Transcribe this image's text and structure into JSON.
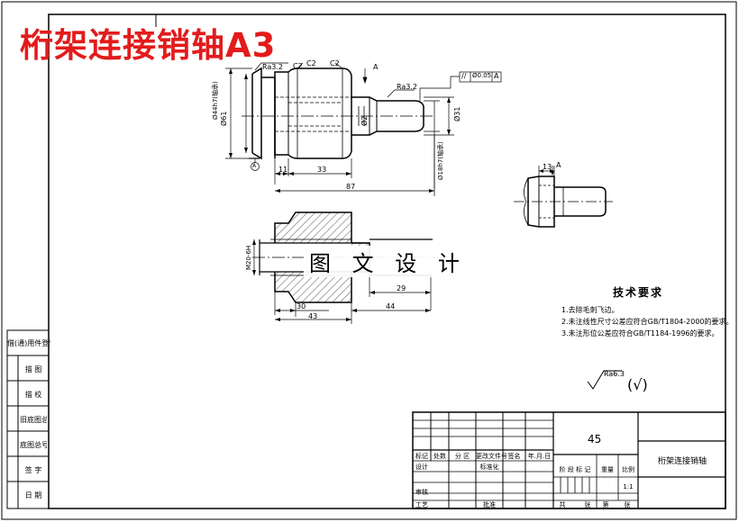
{
  "overlay_title": "桁架连接销轴A3",
  "watermark": "图 文 设 计",
  "dims": {
    "ra32": "Ra3.2",
    "c2a": "C2",
    "c2b": "C2",
    "c2c": "C2",
    "datum_a": "A",
    "gdt_sym": "//",
    "gdt_tol": "Ø0.05",
    "gdt_ref": "A",
    "ra32_right": "Ra3.2",
    "d44": "Ø44h7(轴承)",
    "d61": "Ø61",
    "d2": "Ø2",
    "d31": "Ø31",
    "d18": "Ø18h7(轴承)",
    "l11": "11",
    "l33": "33",
    "l87": "87",
    "d13": "13",
    "a2": "A",
    "m20": "M20-6H",
    "l29": "29",
    "l30": "30",
    "l44": "44",
    "l43": "43",
    "detail_a": "A"
  },
  "tech": {
    "title": "技术要求",
    "notes": [
      "1.去除毛刺飞边。",
      "2.未注线性尺寸公差应符合GB/T1804-2000的要求。",
      "3.未注形位公差应符合GB/T1184-1996的要求。"
    ],
    "rough_other": "Ra6.3",
    "rough_paren": "(√)"
  },
  "side_labels": [
    "借(通)用件登记",
    "描 图",
    "描 校",
    "旧底图总号",
    "底图总号",
    "签 字",
    "日 期"
  ],
  "title_block": {
    "material": "45",
    "part_name": "桁架连接销轴",
    "col_headers": [
      "标记",
      "处数",
      "分 区",
      "更改文件号",
      "签名",
      "年.月.日"
    ],
    "design": "设计",
    "standardize": "标准化",
    "stage_mark": "阶 段 标 记",
    "weight": "重量",
    "scale": "比例",
    "scale_value": "1:1",
    "review": "审核",
    "process": "工艺",
    "approve": "批准",
    "sheets_total": "共",
    "sheets_unit": "张",
    "sheet_no": "第",
    "sheet_unit2": "张"
  }
}
